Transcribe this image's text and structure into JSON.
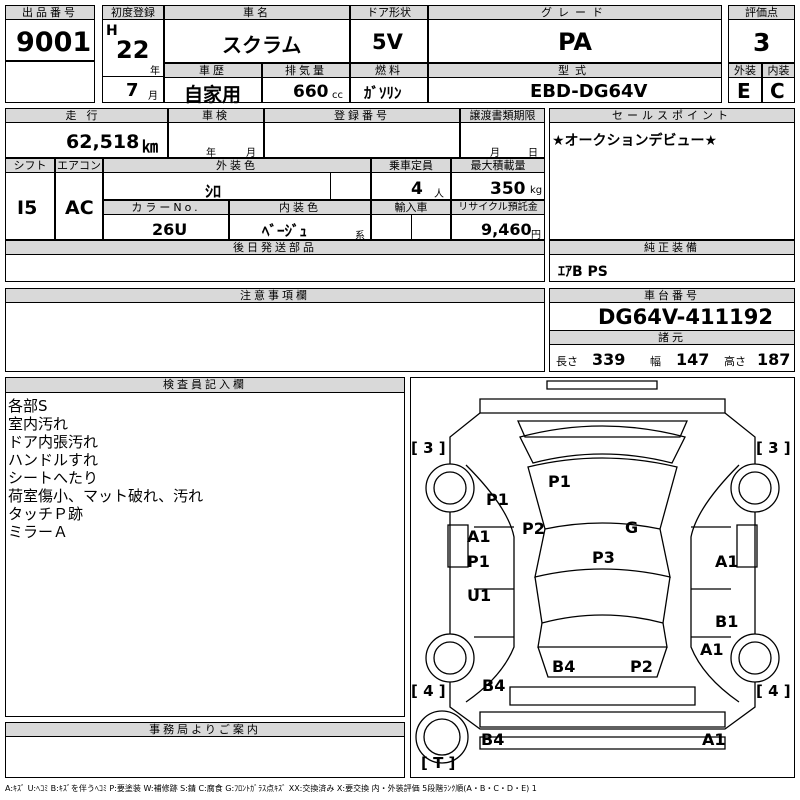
{
  "header": {
    "lot_label": "出品番号",
    "lot": "9001",
    "reg_label": "初度登録",
    "era": "H",
    "year": "22",
    "year_unit": "年",
    "month": "7",
    "month_unit": "月",
    "name_label": "車名",
    "name": "スクラム",
    "door_label": "ドア形状",
    "door": "5V",
    "grade_label": "グレード",
    "grade": "PA",
    "score_label": "評価点",
    "score": "3",
    "history_label": "車歴",
    "history": "自家用",
    "disp_label": "排気量",
    "disp": "660",
    "disp_unit": "cc",
    "fuel_label": "燃料",
    "fuel": "ｶﾞｿﾘﾝ",
    "model_label": "型式",
    "model": "EBD-DG64V",
    "ext_label": "外装",
    "ext": "E",
    "int_label": "内装",
    "int": "C"
  },
  "row2": {
    "km_label": "走行",
    "km": "62,518",
    "km_unit": "㎞",
    "shaken_label": "車検",
    "shaken_y": "年",
    "shaken_m": "月",
    "regno_label": "登録番号",
    "transfer_label": "譲渡書類期限",
    "transfer_m": "月",
    "transfer_d": "日",
    "sales_label": "セールスポイント",
    "sales": "★オークションデビュー★"
  },
  "row3": {
    "shift_label": "シフト",
    "shift": "I5",
    "ac_label": "エアコン",
    "ac": "AC",
    "color_label": "外装色",
    "color": "ｼﾛ",
    "cap_label": "乗車定員",
    "cap": "4",
    "cap_unit": "人",
    "load_label": "最大積載量",
    "load": "350",
    "load_unit": "kg",
    "colorno_label": "カラーNo.",
    "colorno": "26U",
    "intcolor_label": "内装色",
    "intcolor": "ﾍﾞｰｼﾞｭ",
    "intcolor_unit": "系",
    "import_label": "輸入車",
    "recycle_label": "リサイクル預託金",
    "recycle": "9,460",
    "recycle_unit": "円"
  },
  "later_label": "後日発送部品",
  "genuine_label": "純正装備",
  "genuine": "ｴｱB PS",
  "notes_label": "注意事項欄",
  "chassis_label": "車台番号",
  "chassis": "DG64V-411192",
  "dims": {
    "label": "諸元",
    "len_label": "長さ",
    "len": "339",
    "wid_label": "幅",
    "wid": "147",
    "hgt_label": "高さ",
    "hgt": "187"
  },
  "inspector": {
    "label": "検査員記入欄",
    "lines": [
      "各部S",
      "室内汚れ",
      "ドア内張汚れ",
      "ハンドルすれ",
      "シートへたり",
      "荷室傷小、マット破れ、汚れ",
      "タッチＰ跡",
      "ミラーＡ"
    ]
  },
  "office_label": "事務局よりご案内",
  "diagram": {
    "tires": {
      "fl": "3",
      "fr": "3",
      "rl": "4",
      "rr": "4",
      "spare": "T"
    },
    "marks": {
      "roof": "P1",
      "hood_left": "P1",
      "pillar": "P2",
      "glass": "G",
      "front_fender_l": "A1",
      "front_door_l": "P1",
      "rear_door_l": "U1",
      "center": "P3",
      "rear_l": "B4",
      "rear_r": "P2",
      "quarter_l": "B4",
      "door_r": "A1",
      "lower_r": "B1",
      "quarter_r": "A1",
      "bumper_l": "B4",
      "bumper_r": "A1"
    }
  },
  "footer": "A:ｷｽﾞ U:ﾍｺﾐ B:ｷｽﾞを伴うﾍｺﾐ P:要塗装 W:補修跡 S:錆 C:腐食 G:ﾌﾛﾝﾄｶﾞﾗｽ点ｷｽﾞ XX:交換済み X:要交換 内・外装評価 5段階ﾗﾝｸ順(A・B・C・D・E) 1"
}
